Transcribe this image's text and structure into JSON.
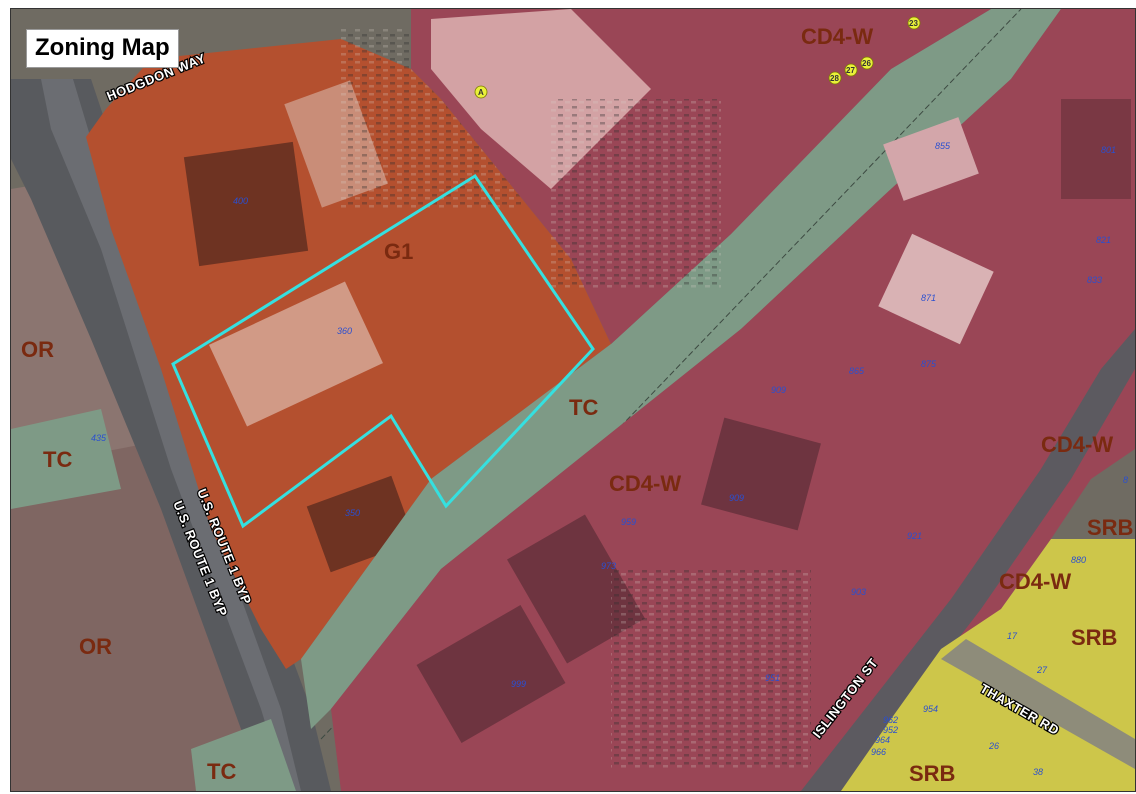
{
  "map": {
    "title": "Zoning Map",
    "colors": {
      "zone_g1": "#b4502f",
      "zone_cd4w": "#9a4656",
      "zone_tc": "#7e9a86",
      "zone_srb": "#cdc64a",
      "zone_or": "#8b7570",
      "subject_parcel_outline": "#35e0e0",
      "zone_label_text": "#7a2a10",
      "parcel_number_text": "#2a4fd0"
    },
    "zones": [
      {
        "id": "g1",
        "label": "G1"
      },
      {
        "id": "cd4w-top",
        "label": "CD4-W"
      },
      {
        "id": "cd4w-center",
        "label": "CD4-W"
      },
      {
        "id": "cd4w-right",
        "label": "CD4-W"
      },
      {
        "id": "cd4w-lower",
        "label": "CD4-W"
      },
      {
        "id": "tc-center",
        "label": "TC"
      },
      {
        "id": "tc-left",
        "label": "TC"
      },
      {
        "id": "tc-bottom",
        "label": "TC"
      },
      {
        "id": "or-left",
        "label": "OR"
      },
      {
        "id": "or-bottom",
        "label": "OR"
      },
      {
        "id": "srb-right",
        "label": "SRB"
      },
      {
        "id": "srb-lower",
        "label": "SRB"
      },
      {
        "id": "srb-bottom",
        "label": "SRB"
      }
    ],
    "parcels": [
      "400",
      "360",
      "350",
      "435",
      "855",
      "801",
      "821",
      "833",
      "871",
      "865",
      "875",
      "909",
      "909",
      "959",
      "973",
      "921",
      "903",
      "951",
      "880",
      "17",
      "27",
      "954",
      "962",
      "952",
      "964",
      "966",
      "26",
      "38",
      "999",
      "8"
    ],
    "roads": [
      "HODGDON WAY",
      "U.S. ROUTE 1 BYP",
      "U.S. ROUTE 1 BYP",
      "ISLINGTON ST",
      "THAXTER RD"
    ],
    "markers": [
      "23",
      "28",
      "27",
      "26",
      "A"
    ]
  }
}
